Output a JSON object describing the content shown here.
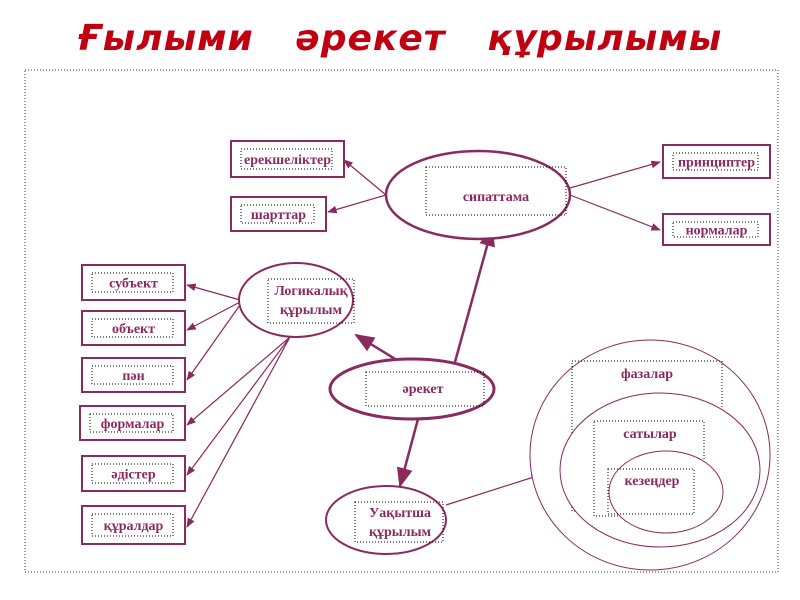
{
  "title": "Ғылыми әрекет құрылымы",
  "color": "#8b2a5e",
  "title_color": "#c00010",
  "nodes": {
    "action": "әрекет",
    "characteristic": "сипаттама",
    "logical": [
      "Логикалық",
      "құрылым"
    ],
    "temporal": [
      "Уақытша",
      "құрылым"
    ],
    "features": "ерекшеліктер",
    "conditions": "шарттар",
    "principles": "принциптер",
    "norms": "нормалар",
    "subject": "субъект",
    "object": "объект",
    "discipline": "пән",
    "forms": "формалар",
    "methods": "әдістер",
    "tools": "құралдар",
    "phases": "фазалар",
    "stages": "сатылар",
    "periods": "кезеңдер"
  }
}
